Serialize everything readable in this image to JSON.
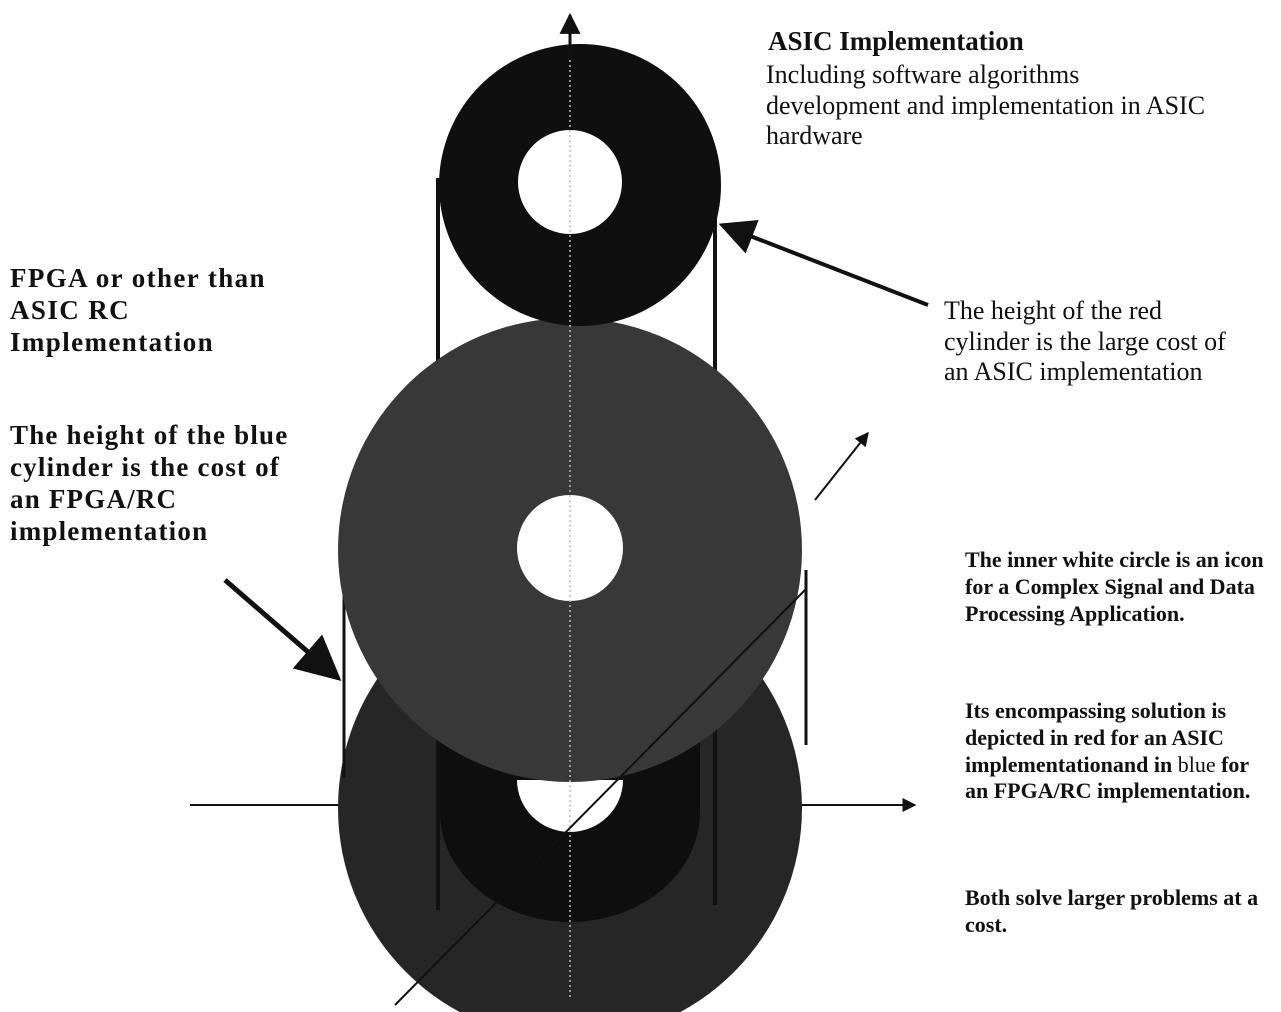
{
  "colors": {
    "background": "#ffffff",
    "asic_ring": "#0f0f0f",
    "blue_cylinder_shade": "#2a2a2a",
    "red_cylinder_shade": "#333333",
    "line": "#111111",
    "hole": "#ffffff"
  },
  "labels": {
    "asic_title": "ASIC Implementation",
    "asic_desc": "Including software algorithms development and implementation in ASIC hardware",
    "fpga_heading": "FPGA or other than ASIC RC Implementation",
    "blue_height": "The height of the blue cylinder is the cost of an FPGA/RC implementation",
    "red_height": "The height of the red cylinder is the large cost of an ASIC implementation",
    "white_circle": "The inner white circle is an icon for a Complex Signal and Data Processing Application.",
    "solution_pre": "Its encompassing solution is depicted in red for an ASIC implementationand in ",
    "solution_blue": "blue",
    "solution_post": " for an FPGA/RC implementation.",
    "both": "Both solve larger problems at a cost."
  },
  "icons": {
    "axes": "3d-axes-arrows",
    "asic_ring": "asic-ring",
    "cylinder": "cylinder-disk",
    "pointer": "pointer-arrow"
  }
}
